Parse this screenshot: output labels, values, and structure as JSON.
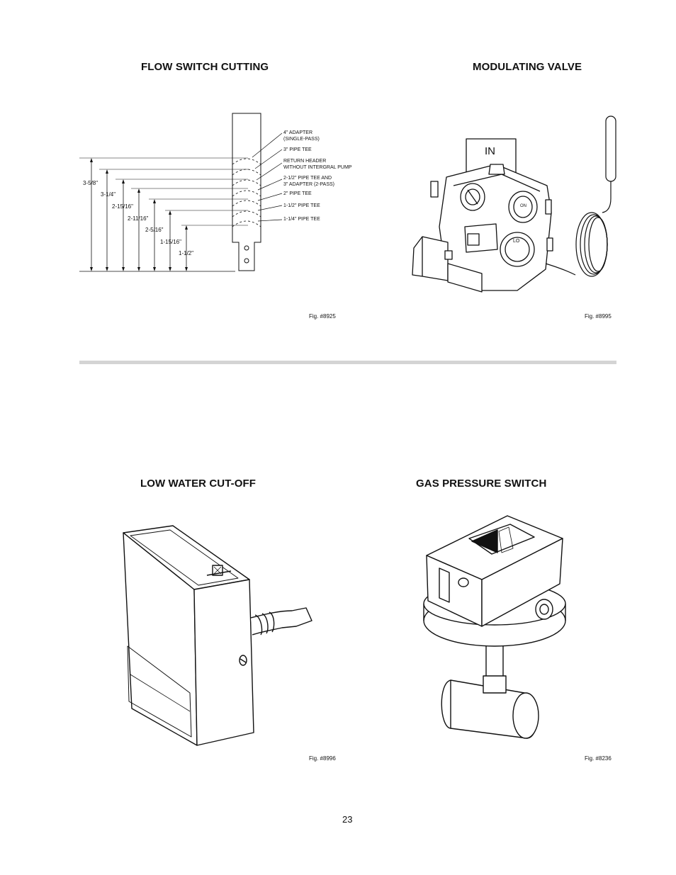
{
  "headings": {
    "flow_switch": "FLOW SWITCH CUTTING",
    "modulating_valve": "MODULATING VALVE",
    "low_water": "LOW WATER CUT-OFF",
    "gas_pressure": "GAS PRESSURE SWITCH"
  },
  "figures": {
    "flow_switch": "Fig. #8925",
    "modulating_valve": "Fig. #8995",
    "low_water": "Fig. #8996",
    "gas_pressure": "Fig. #8236"
  },
  "flow_switch_diagram": {
    "callouts": [
      "4\" ADAPTER",
      "(SINGLE-PASS)",
      "3\" PIPE TEE",
      "RETURN HEADER",
      "WITHOUT INTERGRAL PUMP",
      "2-1/2\" PIPE TEE AND",
      "3\" ADAPTER (2-PASS)",
      "2\" PIPE TEE",
      "1-1/2\" PIPE TEE",
      "1-1/4\" PIPE TEE"
    ],
    "dimensions": [
      "3-5/8\"",
      "3-1/4\"",
      "2-15/16\"",
      "2-11/16\"",
      "2-5/16\"",
      "1-15/16\"",
      "1-1/2\""
    ]
  },
  "valve_diagram": {
    "inlet_label": "IN",
    "knob_label": "LO",
    "knob_label_2": "ON"
  },
  "page_number": "23"
}
